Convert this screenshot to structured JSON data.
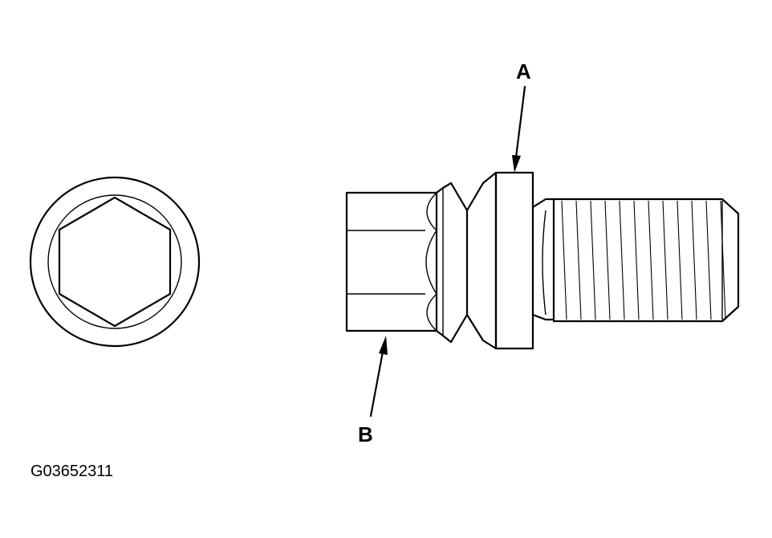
{
  "labels": {
    "callout_a": "A",
    "callout_b": "B",
    "figure_id": "G03652311"
  }
}
